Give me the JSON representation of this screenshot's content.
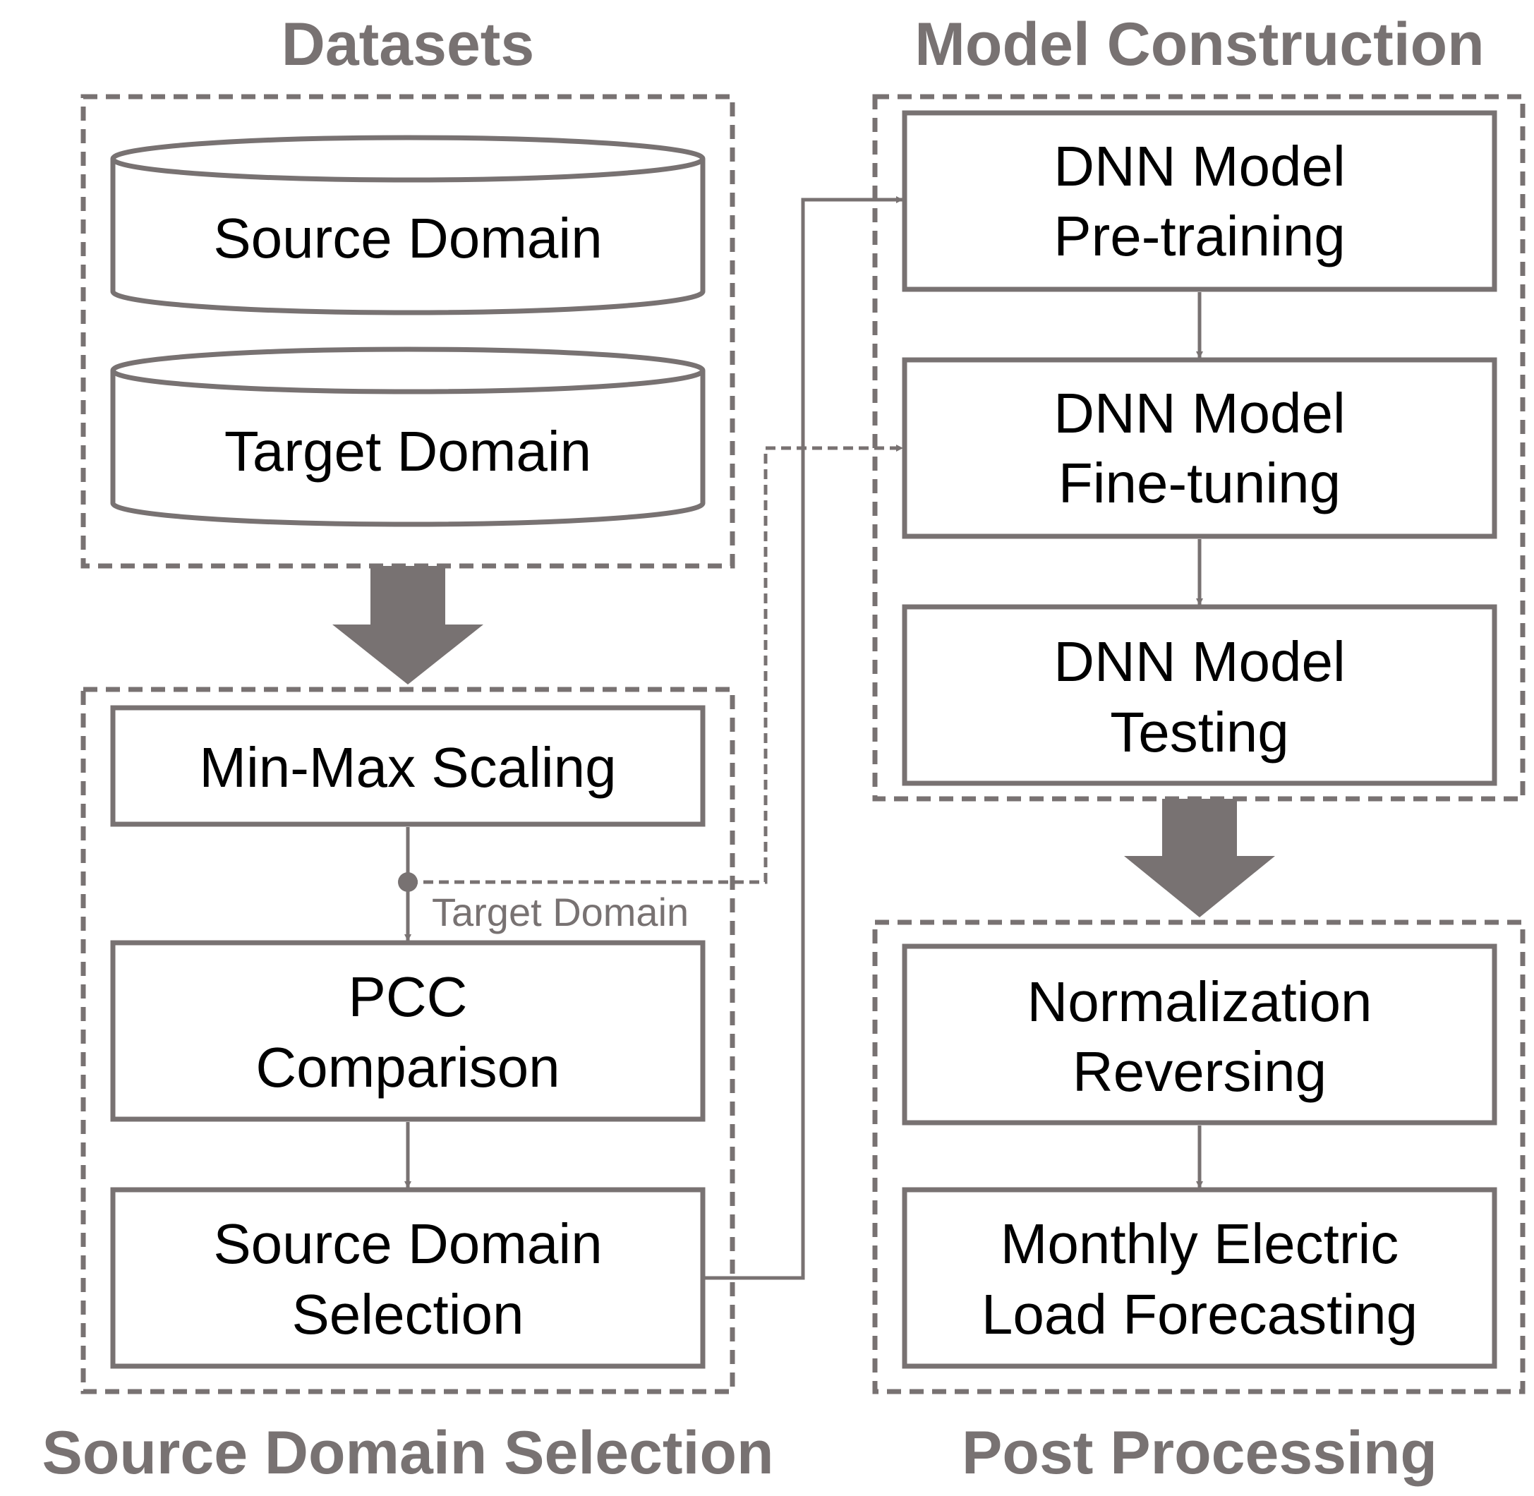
{
  "colors": {
    "stroke": "#787272",
    "heading": "#787272",
    "text": "#000000",
    "edge_label": "#787272",
    "background": "#ffffff"
  },
  "sections": {
    "datasets": "Datasets",
    "model_construction": "Model Construction",
    "source_domain_selection": "Source Domain Selection",
    "post_processing": "Post Processing"
  },
  "nodes": {
    "source_domain_db": {
      "lines": [
        "Source Domain"
      ]
    },
    "target_domain_db": {
      "lines": [
        "Target Domain"
      ]
    },
    "min_max_scaling": {
      "lines": [
        "Min-Max Scaling"
      ]
    },
    "pcc_comparison": {
      "lines": [
        "PCC",
        "Comparison"
      ]
    },
    "source_domain_selection": {
      "lines": [
        "Source Domain",
        "Selection"
      ]
    },
    "dnn_pretraining": {
      "lines": [
        "DNN Model",
        "Pre-training"
      ]
    },
    "dnn_finetuning": {
      "lines": [
        "DNN Model",
        "Fine-tuning"
      ]
    },
    "dnn_testing": {
      "lines": [
        "DNN Model",
        "Testing"
      ]
    },
    "normalization_reversing": {
      "lines": [
        "Normalization",
        "Reversing"
      ]
    },
    "monthly_forecasting": {
      "lines": [
        "Monthly Electric",
        "Load Forecasting"
      ]
    }
  },
  "edge_labels": {
    "target_domain_branch": "Target Domain"
  }
}
